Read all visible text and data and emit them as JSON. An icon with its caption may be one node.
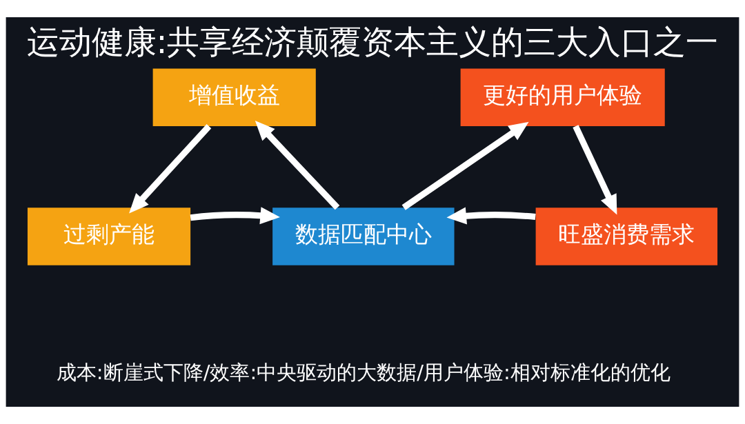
{
  "diagram": {
    "title": "运动健康:共享经济颠覆资本主义的三大入口之一",
    "caption": "成本:断崖式下降/效率:中央驱动的大数据/用户体验:相对标准化的优化",
    "nodes": [
      {
        "text": [
          "增值收益"
        ]
      },
      {
        "text": [
          "更好的用户体验"
        ]
      },
      {
        "text": [
          "过剩产能"
        ]
      },
      {
        "text": [
          "数据匹配中心"
        ]
      },
      {
        "text": [
          "旺盛消费需求"
        ]
      }
    ],
    "edges": [
      {
        "from": 3,
        "to": 0,
        "arrow": "to"
      },
      {
        "from": 3,
        "to": 1,
        "arrow": "to"
      },
      {
        "from": 0,
        "to": 2,
        "arrow": "to"
      },
      {
        "from": 1,
        "to": 4,
        "arrow": "to"
      },
      {
        "from": 2,
        "to": 3,
        "arrow": "to"
      },
      {
        "from": 4,
        "to": 3,
        "arrow": "to"
      }
    ]
  }
}
